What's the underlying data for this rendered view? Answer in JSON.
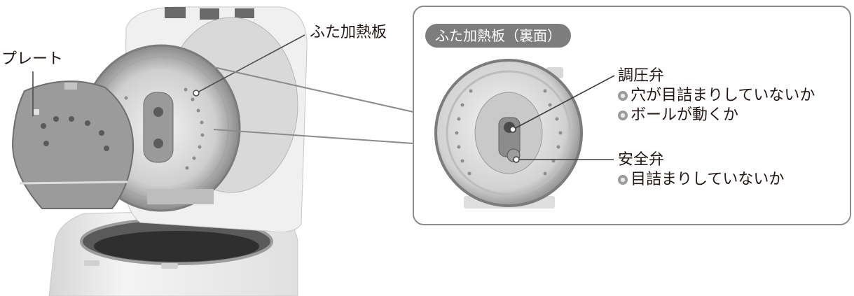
{
  "labels": {
    "plate": "プレート",
    "lid_heating_plate": "ふた加熱板"
  },
  "detail_panel": {
    "title": "ふた加熱板（裏面）",
    "pressure_valve": {
      "heading": "調圧弁",
      "checks": [
        "穴が目詰まりしていないか",
        "ボールが動くか"
      ]
    },
    "safety_valve": {
      "heading": "安全弁",
      "checks": [
        "目詰まりしていないか"
      ]
    }
  }
}
